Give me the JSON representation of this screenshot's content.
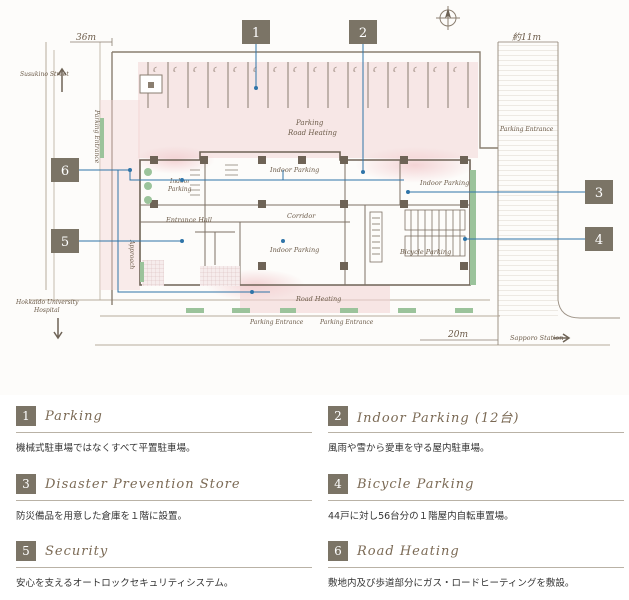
{
  "plan": {
    "dim_36m": "36m",
    "dim_11m": "約11m",
    "dim_20m": "20m",
    "street": "Susukino Street",
    "parking_entrance_left": "Parking Entrance",
    "parking_entrance_right": "Parking Entrance",
    "parking_entrance_bottom1": "Parking Entrance",
    "parking_entrance_bottom2": "Parking Entrance",
    "parking_road_heating_1": "Parking",
    "parking_road_heating_2": "Road Heating",
    "indoor_parking_left_1": "Indoor",
    "indoor_parking_left_2": "Parking",
    "indoor_parking_top": "Indoor Parking",
    "indoor_parking_right": "Indoor Parking",
    "indoor_parking_center": "Indoor Parking",
    "corridor": "Corridor",
    "entrance_hall": "Entrance Hall",
    "bicycle_parking": "Bicycle Parking",
    "approach": "Approach",
    "road_heating_bottom": "Road Heating",
    "hospital_1": "Hokkaido University",
    "hospital_2": "Hospital",
    "sapporo_station": "Sapporo Station",
    "markers": [
      "1",
      "2",
      "3",
      "4",
      "5",
      "6"
    ]
  },
  "legend": [
    {
      "num": "1",
      "title": "Parking",
      "desc": "機械式駐車場ではなくすべて平置駐車場。"
    },
    {
      "num": "2",
      "title": "Indoor Parking (12台)",
      "desc": "風雨や雪から愛車を守る屋内駐車場。"
    },
    {
      "num": "3",
      "title": "Disaster Prevention Store",
      "desc": "防災備品を用意した倉庫を１階に設置。"
    },
    {
      "num": "4",
      "title": "Bicycle Parking",
      "desc": "44戸に対し56台分の１階屋内自転車置場。"
    },
    {
      "num": "5",
      "title": "Security",
      "desc": "安心を支えるオートロックセキュリティシステム。"
    },
    {
      "num": "6",
      "title": "Road Heating",
      "desc": "敷地内及び歩道部分にガス・ロードヒーティングを敷設。"
    }
  ],
  "colors": {
    "marker": "#7b7466",
    "heating": "#f3d6d6",
    "green": "#9bc39b",
    "line": "#2f74a8",
    "ink": "#7a6a58"
  }
}
